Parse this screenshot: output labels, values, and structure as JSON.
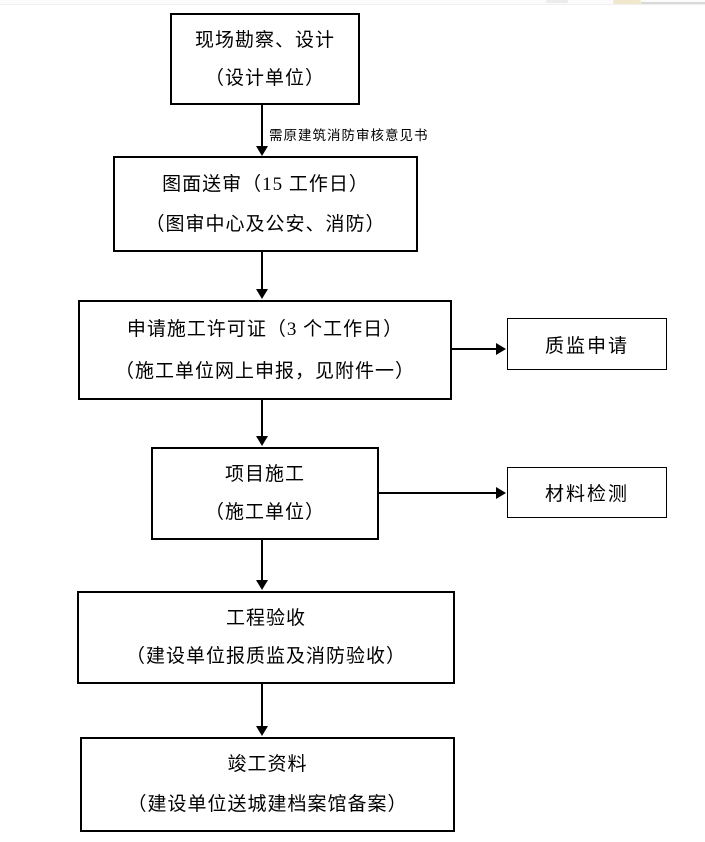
{
  "chrome_remnant": {
    "band_color": "#fbfbfb",
    "gray_pill_color": "#ececec",
    "beige_pill_color": "#f0e7cc",
    "gray_line_color": "#d9d9d9"
  },
  "flowchart": {
    "ink_color": "#000000",
    "background_color": "#ffffff",
    "nodes": {
      "survey": {
        "line1": "现场勘察、设计",
        "line2": "（设计单位）"
      },
      "review": {
        "line1": "图面送审（15 工作日）",
        "line2": "（图审中心及公安、消防）"
      },
      "permit": {
        "line1": "申请施工许可证（3 个工作日）",
        "line2": "（施工单位网上申报，见附件一）"
      },
      "construction": {
        "line1": "项目施工",
        "line2": "（施工单位）"
      },
      "acceptance": {
        "line1": "工程验收",
        "line2": "（建设单位报质监及消防验收）"
      },
      "archive": {
        "line1": "竣工资料",
        "line2": "（建设单位送城建档案馆备案）"
      }
    },
    "side_nodes": {
      "quality": {
        "label": "质监申请"
      },
      "material": {
        "label": "材料检测"
      }
    },
    "edge_label": "需原建筑消防审核意见书"
  }
}
